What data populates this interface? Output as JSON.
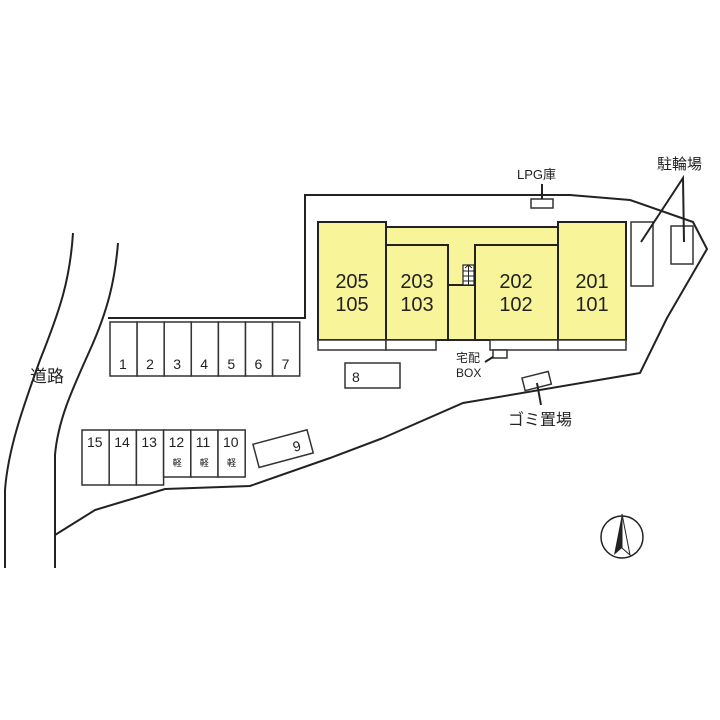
{
  "road_label": "道路",
  "units": [
    {
      "upper": "205",
      "lower": "105"
    },
    {
      "upper": "203",
      "lower": "103"
    },
    {
      "upper": "202",
      "lower": "102"
    },
    {
      "upper": "201",
      "lower": "101"
    }
  ],
  "parking_row1": [
    "1",
    "2",
    "3",
    "4",
    "5",
    "6",
    "7"
  ],
  "parking_row2": [
    {
      "num": "15",
      "note": ""
    },
    {
      "num": "14",
      "note": ""
    },
    {
      "num": "13",
      "note": ""
    },
    {
      "num": "12",
      "note": "軽"
    },
    {
      "num": "11",
      "note": "軽"
    },
    {
      "num": "10",
      "note": "軽"
    }
  ],
  "parking_8": "8",
  "parking_9": "9",
  "lpg_label": "LPG庫",
  "bicycle_label": "駐輪場",
  "delivery_box_label": [
    "宅配",
    "BOX"
  ],
  "garbage_label": "ゴミ置場",
  "north_icon": "north-arrow-icon",
  "colors": {
    "building": "#f8f49a",
    "line": "#222222"
  }
}
